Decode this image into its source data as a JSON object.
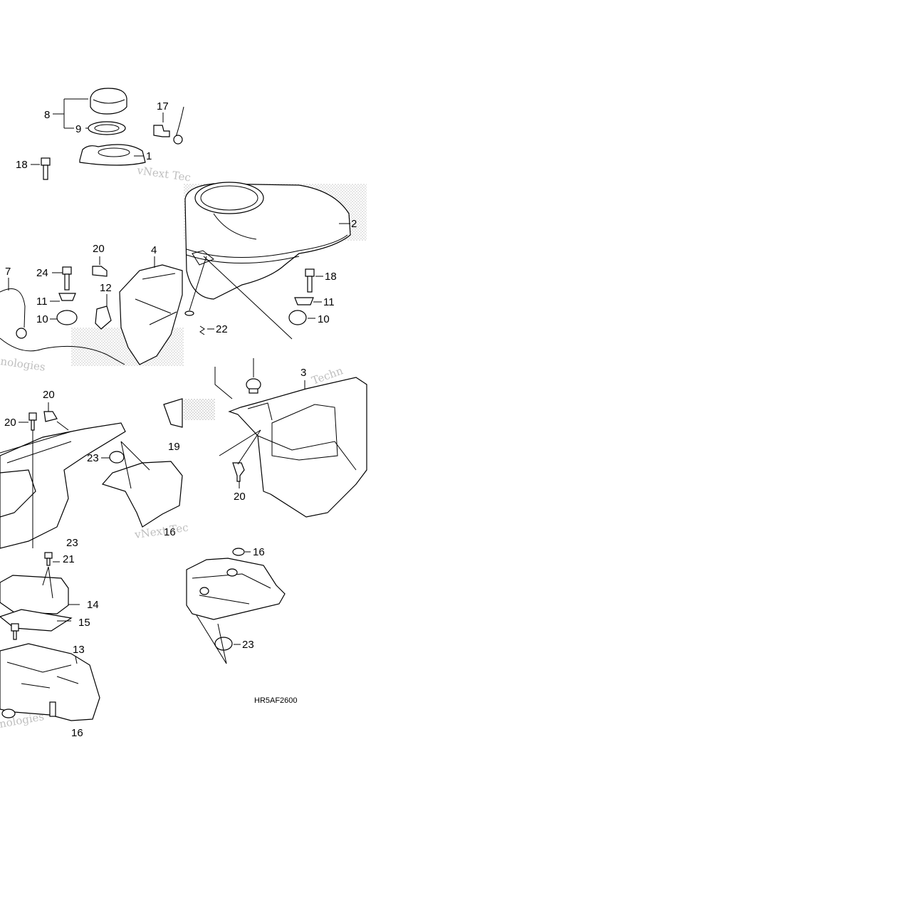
{
  "diagram": {
    "code": "HR5AF2600",
    "callouts": {
      "c1": "1",
      "c2": "2",
      "c3": "3",
      "c4": "4",
      "c7": "7",
      "c8": "8",
      "c9": "9",
      "c10a": "10",
      "c10b": "10",
      "c11a": "11",
      "c11b": "11",
      "c12": "12",
      "c13": "13",
      "c14": "14",
      "c15": "15",
      "c16a": "16",
      "c16b": "16",
      "c16c": "16",
      "c17": "17",
      "c18a": "18",
      "c18b": "18",
      "c19": "19",
      "c20a": "20",
      "c20b": "20",
      "c20c": "20",
      "c20d": "20",
      "c21": "21",
      "c22": "22",
      "c23a": "23",
      "c23b": "23",
      "c23c": "23",
      "c24": "24"
    },
    "watermark": {
      "w1": "vNext Tec",
      "w2": "nologies",
      "w3": "Techn",
      "w4": "vNext Tec",
      "w5": "nologies"
    }
  }
}
